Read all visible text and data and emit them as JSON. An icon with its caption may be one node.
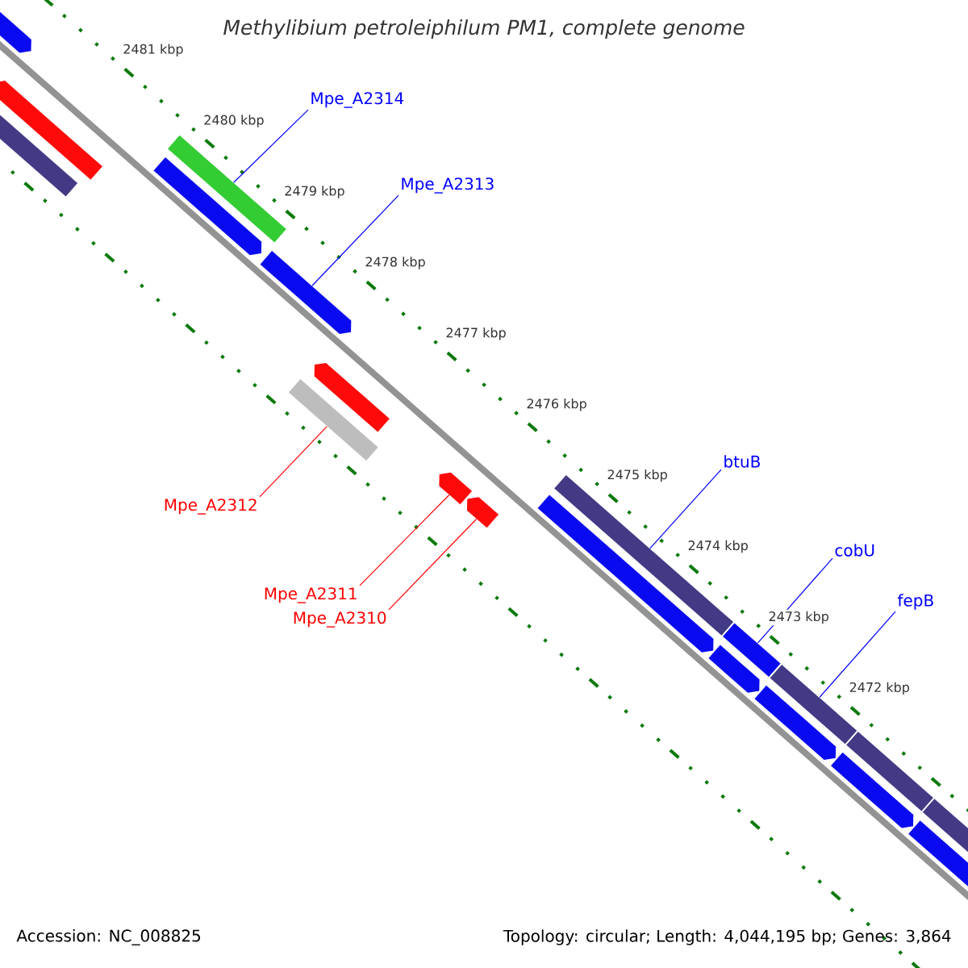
{
  "diagram": {
    "title": "Methylibium petroleiphilum PM1, complete genome",
    "nodes": [
      {
        "text": [
          "Mpe_A2314"
        ]
      },
      {
        "text": [
          "Mpe_A2313"
        ]
      },
      {
        "text": [
          "Mpe_A2312"
        ]
      },
      {
        "text": [
          "Mpe_A2311"
        ]
      },
      {
        "text": [
          "Mpe_A2310"
        ]
      },
      {
        "text": [
          "btuB"
        ]
      },
      {
        "text": [
          "cobU"
        ]
      },
      {
        "text": [
          "fepB"
        ]
      },
      {
        "text": [],
        "shape": "bar"
      },
      {
        "text": [],
        "shape": "bar"
      },
      {
        "text": [],
        "shape": "bar"
      },
      {
        "text": [],
        "shape": "bar"
      },
      {
        "text": [],
        "shape": "bar"
      },
      {
        "text": [],
        "shape": "bar"
      },
      {
        "text": [],
        "shape": "bar"
      },
      {
        "text": [],
        "shape": "bar"
      },
      {
        "text": [],
        "shape": "bar"
      },
      {
        "text": [],
        "shape": "bar"
      },
      {
        "text": [],
        "shape": "bar"
      },
      {
        "text": [],
        "shape": "bar"
      },
      {
        "text": [],
        "shape": "bar"
      },
      {
        "text": [],
        "shape": "bar"
      },
      {
        "text": [],
        "shape": "bar"
      },
      {
        "text": [],
        "shape": "bar"
      },
      {
        "text": [],
        "shape": "bar"
      },
      {
        "text": [],
        "shape": "bar"
      },
      {
        "text": [],
        "shape": "bar"
      },
      {
        "text": [],
        "shape": "bar"
      }
    ],
    "edges": [
      {
        "from": 0,
        "to": 12,
        "arrow": "none"
      },
      {
        "from": 1,
        "to": 13,
        "arrow": "none"
      },
      {
        "from": 2,
        "to": 14,
        "arrow": "none",
        "color": "#ff0000"
      },
      {
        "from": 3,
        "to": 16,
        "arrow": "none",
        "color": "#ff0000"
      },
      {
        "from": 4,
        "to": 17,
        "arrow": "none",
        "color": "#ff0000"
      },
      {
        "from": 5,
        "to": 19,
        "arrow": "none"
      },
      {
        "from": 6,
        "to": 21,
        "arrow": "none"
      },
      {
        "from": 7,
        "to": 23,
        "arrow": "none"
      }
    ],
    "labels": [
      "2481 kbp",
      "2480 kbp",
      "2479 kbp",
      "2478 kbp",
      "2477 kbp",
      "2476 kbp",
      "2475 kbp",
      "2474 kbp",
      "2473 kbp",
      "2472 kbp",
      "Accession: NC_008825",
      "Topology: circular; Length: 4,044,195 bp; Genes: 3,864"
    ]
  }
}
